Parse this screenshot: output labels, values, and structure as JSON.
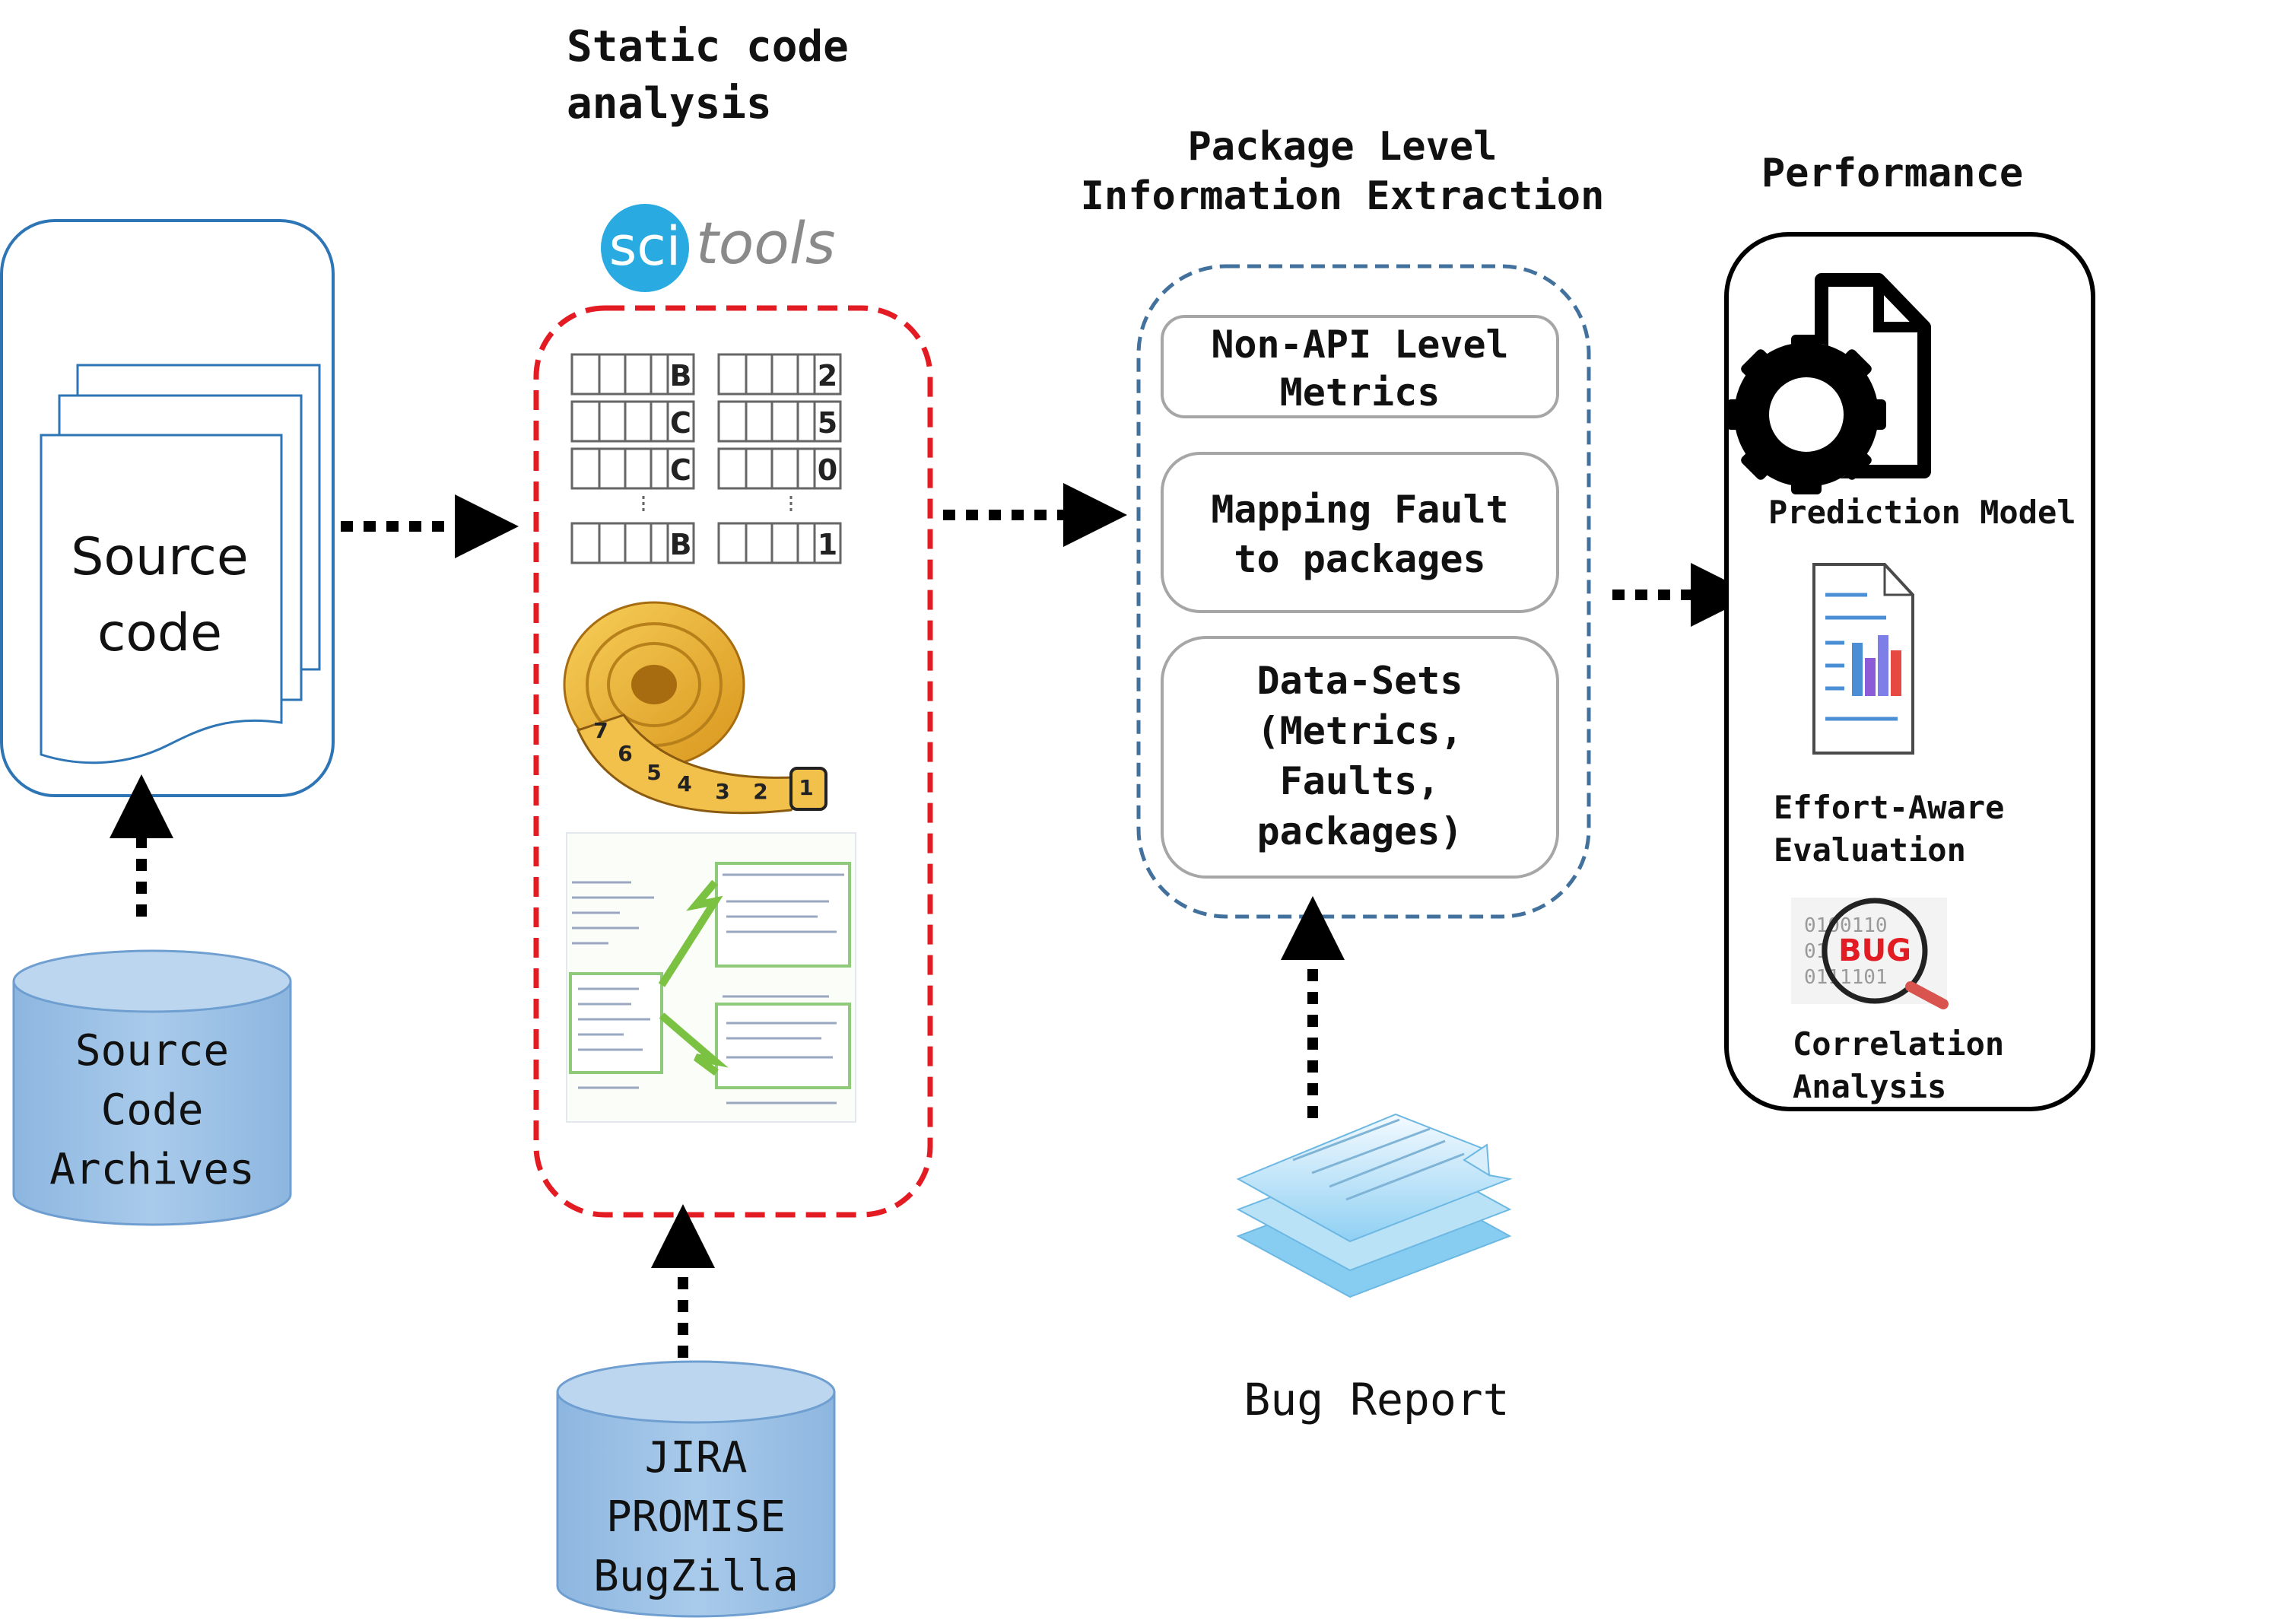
{
  "source_code_card": {
    "line1": "Source",
    "line2": "code"
  },
  "archives_db": {
    "line1": "Source",
    "line2": "Code",
    "line3": "Archives"
  },
  "static_analysis": {
    "title_line1": "Static code",
    "title_line2": "analysis",
    "logo_sci": "sci",
    "logo_tools": "tools",
    "table_left_letters": [
      "B",
      "C",
      "C",
      "B"
    ],
    "table_right_digits": [
      "2",
      "5",
      "0",
      "1"
    ],
    "tape_numbers": [
      "1",
      "2",
      "3",
      "4",
      "5",
      "6",
      "7"
    ]
  },
  "issue_db": {
    "line1": "JIRA",
    "line2": "PROMISE",
    "line3": "BugZilla"
  },
  "extraction": {
    "title_line1": "Package Level",
    "title_line2": "Information Extraction",
    "box1_line1": "Non-API Level",
    "box1_line2": "Metrics",
    "box2_line1": "Mapping Fault",
    "box2_line2": "to packages",
    "box3_line1": "Data-Sets",
    "box3_line2": "(Metrics,",
    "box3_line3": "Faults,",
    "box3_line4": "packages)"
  },
  "bug_report": {
    "label": "Bug Report"
  },
  "performance": {
    "title": "Performance",
    "item1": "Prediction Model",
    "item2_line1": "Effort-Aware",
    "item2_line2": "Evaluation",
    "item3_line1": "Correlation",
    "item3_line2": "Analysis",
    "bug_badge": "BUG",
    "binary_row1": "0100110",
    "binary_row2": "01",
    "binary_row3": "0111101"
  },
  "colors": {
    "source_border": "#2e75b6",
    "db_fill": "#9dc3e6",
    "db_stroke": "#6f9fd0",
    "static_border": "#e31b23",
    "extraction_border": "#41719c",
    "inner_box_border": "#a6a6a6",
    "logo_blue": "#29abe2",
    "tape_yellow": "#f2b632",
    "bug_red": "#e31b23"
  }
}
